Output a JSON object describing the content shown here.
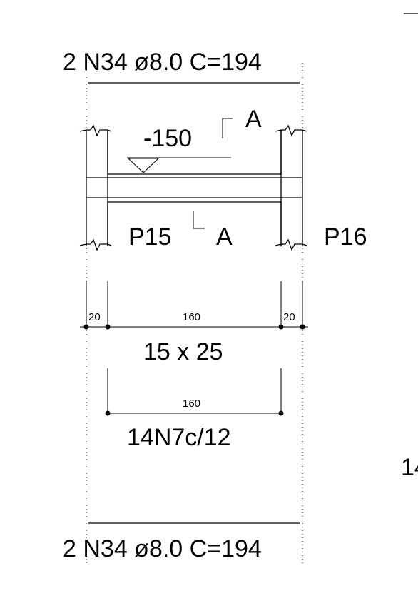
{
  "drawing": {
    "rebar_top": "2 N34 ø8.0 C=194",
    "rebar_bottom": "2 N34 ø8.0 C=194",
    "level": "-150",
    "section_label_top": "A",
    "section_label_bottom": "A",
    "pillar_left": "P15",
    "pillar_right": "P16",
    "dim_left": "20",
    "dim_center": "160",
    "dim_right": "20",
    "beam_size": "15 x 25",
    "stirrup_dim": "160",
    "stirrups": "14N7c/12",
    "edge_fragment": "14"
  }
}
